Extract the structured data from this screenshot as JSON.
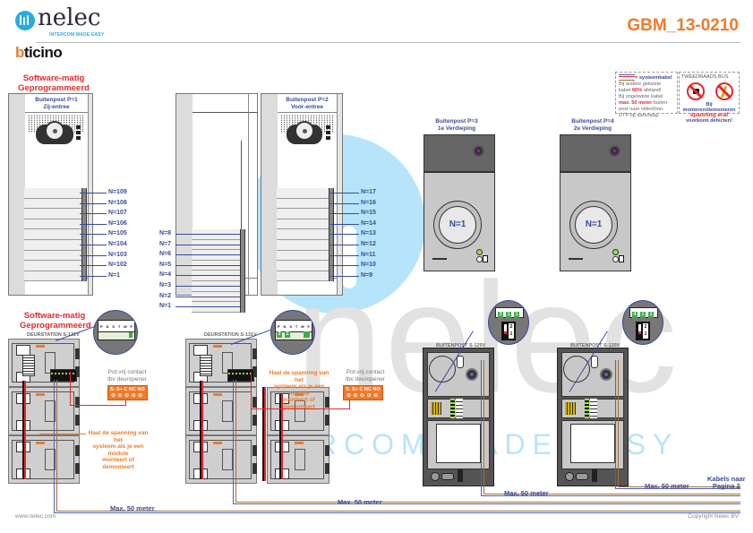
{
  "header": {
    "brand_name": "nelec",
    "brand_tagline": "INTERCOM MADE EASY",
    "partner_brand": "bticino",
    "document_code": "GBM_13-0210"
  },
  "legend": {
    "cable_label": "= systeemkabel",
    "cable_text_1": "Bij andere getwiste",
    "cable_text_2a": "kabel ",
    "cable_text_2b": "66%",
    "cable_text_2c": " afstand!",
    "cable_text_3": "Bij ongetwiste kabel",
    "cable_text_4a": "max. 50 meter",
    "cable_text_4b": " buiten-",
    "cable_text_5": "post naar videofoon.",
    "cable_text_6": "UTP op aanvraag.",
    "bus_title": "TWEEDRAADS BUS",
    "bus_warn_1": "Bij monteren/demonteren",
    "bus_warn_2": "spanning eraf",
    "bus_warn_3": "voorkomt defecten!",
    "icons": [
      "no-plug-icon",
      "no-cable-cut-icon"
    ]
  },
  "top_section": {
    "title_line1": "Software-matig",
    "title_line2": "Geprogrammeerd",
    "posts": [
      {
        "title_line1": "Buitenpost P=1",
        "title_line2": "Zij-entree",
        "buttons": [
          "N=109",
          "N=108",
          "N=107",
          "N=106",
          "N=105",
          "N=104",
          "N=103",
          "N=102",
          "N=1"
        ]
      },
      {
        "title_line1": "",
        "title_line2": "",
        "buttons": [
          "N=8",
          "N=7",
          "N=6",
          "N=5",
          "N=4",
          "N=3",
          "N=2",
          "N=1"
        ]
      },
      {
        "title_line1": "Buitenpost P=2",
        "title_line2": "Voor-entree",
        "buttons": [
          "N=17",
          "N=16",
          "N=15",
          "N=14",
          "N=13",
          "N=12",
          "N=11",
          "N=10",
          "N=9"
        ]
      },
      {
        "title_line1": "Buitenpost P=3",
        "title_line2": "1e Verdieping",
        "button": "N=1"
      },
      {
        "title_line1": "Buitenpost P=4",
        "title_line2": "2e Verdieping",
        "button": "N=1"
      }
    ]
  },
  "bottom_section": {
    "title_line1": "Software-matig",
    "title_line2": "Geprogrammeerd",
    "deurstation_label": "DEURSTATION S-131V",
    "buitenpost_label": "BUITENPOST S-120V",
    "dip_letters": [
      "P",
      "N",
      "S",
      "T",
      "M",
      "F"
    ],
    "dip1_values": [],
    "dip2_values": [
      "2",
      "1",
      "",
      ""
    ],
    "dip3_values": [
      "3",
      "1",
      "1"
    ],
    "dip4_values": [
      "4",
      "1",
      "1"
    ],
    "jumper_values": [
      "2",
      "1"
    ],
    "relay_title_1": "Pot.vrij contact",
    "relay_title_2": "tbv deuropener",
    "relay_terminals": "S-  S+ C NC NO",
    "note_line1": "Haal de spanning van het",
    "note_line2": "systeem als je een module",
    "note_line3": "monteert of demonteert",
    "cable_labels": [
      "Max. 50 meter",
      "Max. 50 meter",
      "Max. 50 meter",
      "Max. 50 meter"
    ],
    "to_page_1": "Kabels naar",
    "to_page_2": "Pagina 2"
  },
  "watermark": {
    "text": "nelec",
    "tagline": "INTERCOM MADE EASY"
  },
  "footer": {
    "website": "www.nelec.com",
    "copyright": "Copyright Nelec BV"
  },
  "colors": {
    "accent_orange": "#f07a2a",
    "title_red": "#e8272a",
    "label_blue": "#3a4a9c",
    "cable_brown": "#a0703a",
    "cable_blue": "#5060b0",
    "watermark_blue": "#b6e4fa",
    "logo_blue": "#29abe2"
  }
}
